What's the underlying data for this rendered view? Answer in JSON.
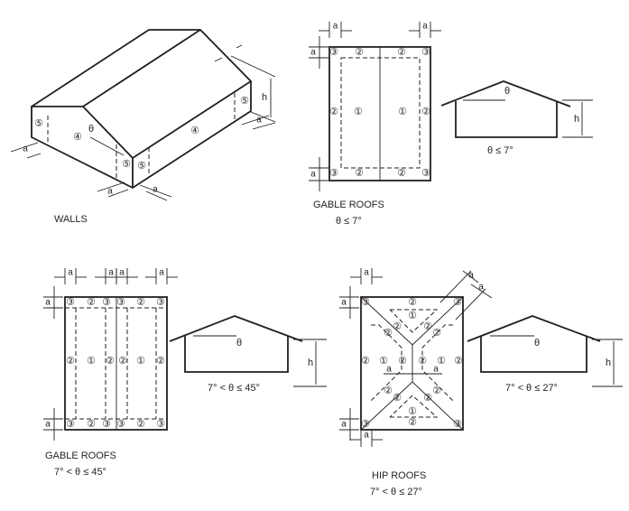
{
  "zones": {
    "1": "①",
    "2": "②",
    "3": "③",
    "4": "④",
    "5": "⑤"
  },
  "symbols": {
    "dim": "a",
    "height": "h",
    "angle": "θ"
  },
  "walls": {
    "caption": "WALLS"
  },
  "gable_low": {
    "caption": "GABLE ROOFS",
    "range": "θ ≤ 7°",
    "section_range": "θ ≤ 7°"
  },
  "gable_steep": {
    "caption": "GABLE ROOFS",
    "range": "7° < θ ≤ 45°",
    "section_range": "7° < θ ≤ 45°"
  },
  "hip": {
    "caption": "HIP ROOFS",
    "range": "7° < θ ≤ 27°",
    "section_range": "7° < θ ≤ 27°"
  },
  "colors": {
    "ink": "#231f20",
    "background": "#ffffff"
  }
}
